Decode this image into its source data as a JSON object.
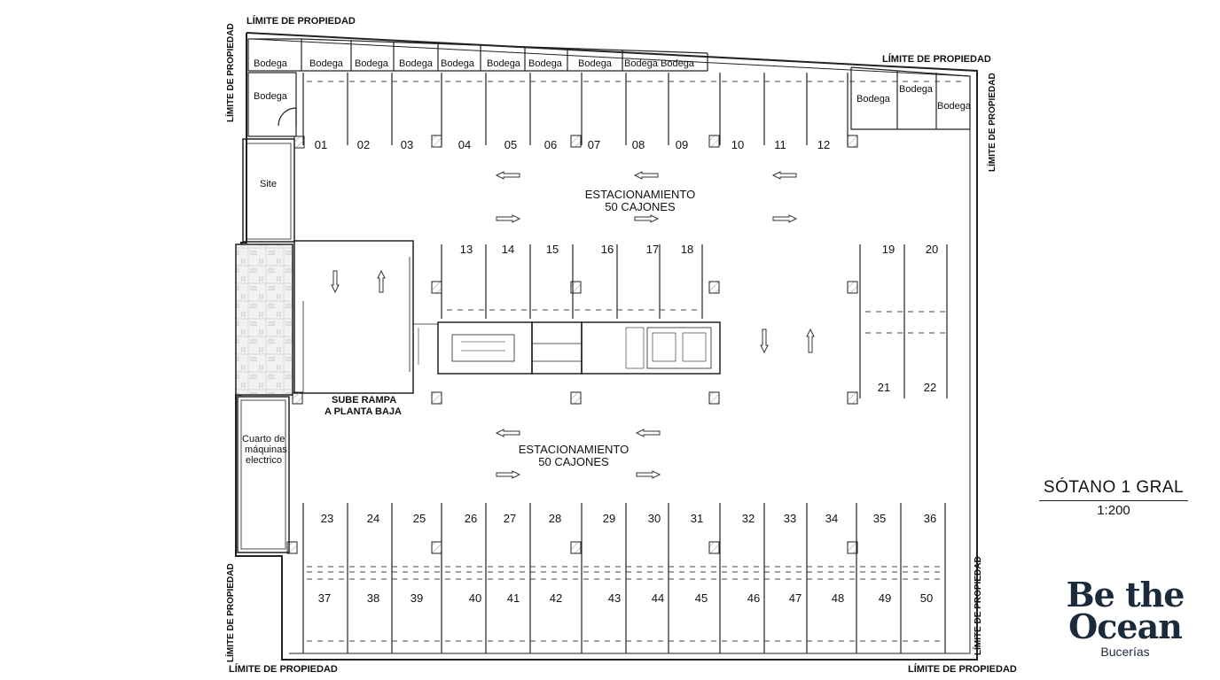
{
  "plan": {
    "property_limit_label": "LÍMITE DE PROPIEDAD",
    "parking_area_label_1": "ESTACIONAMIENTO",
    "parking_area_label_2": "50 CAJONES",
    "ramp_label_1": "SUBE RAMPA",
    "ramp_label_2": "A PLANTA BAJA",
    "site_label": "Site",
    "machine_room_1": "Cuarto de",
    "machine_room_2": "máquinas",
    "machine_room_3": "electrico",
    "storage_label": "Bodega",
    "spaces": [
      "01",
      "02",
      "03",
      "04",
      "05",
      "06",
      "07",
      "08",
      "09",
      "10",
      "11",
      "12",
      "13",
      "14",
      "15",
      "16",
      "17",
      "18",
      "19",
      "20",
      "21",
      "22",
      "23",
      "24",
      "25",
      "26",
      "27",
      "28",
      "29",
      "30",
      "31",
      "32",
      "33",
      "34",
      "35",
      "36",
      "37",
      "38",
      "39",
      "40",
      "41",
      "42",
      "43",
      "44",
      "45",
      "46",
      "47",
      "48",
      "49",
      "50"
    ]
  },
  "title_block": {
    "title": "SÓTANO 1 GRAL",
    "scale": "1:200"
  },
  "brand": {
    "line1": "Be the",
    "line2": "Ocean",
    "location": "Bucerías"
  },
  "colors": {
    "ink": "#111111",
    "brand": "#1c2b3c",
    "hatch": "#cfcfcf"
  }
}
